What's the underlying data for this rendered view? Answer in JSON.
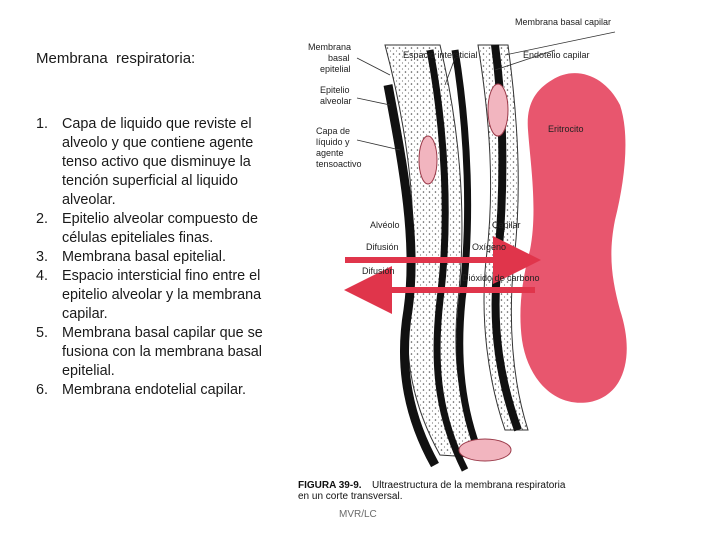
{
  "slide": {
    "title": "Membrana  respiratoria:",
    "points": [
      {
        "num": "1.",
        "text": "Capa de liquido que reviste el alveolo y que contiene agente tenso activo que disminuye la tención superficial al liquido alveolar."
      },
      {
        "num": "2.",
        "text": "Epitelio alveolar compuesto de células epiteliales finas."
      },
      {
        "num": "3.",
        "text": "Membrana basal epitelial."
      },
      {
        "num": "4.",
        "text": "Espacio intersticial fino entre el epitelio alveolar y la membrana capilar."
      },
      {
        "num": "5.",
        "text": "Membrana basal capilar que se fusiona con la membrana basal epitelial."
      },
      {
        "num": "6.",
        "text": "Membrana endotelial capilar."
      }
    ],
    "footer": "MVR/LC"
  },
  "figure": {
    "labels": {
      "membrana_basal_capilar": "Membrana basal capilar",
      "membrana_basal_epitelial": [
        "Membrana",
        "basal",
        "epitelial"
      ],
      "espacio_intersticial": "Espacio intersticial",
      "endotelio_capilar": "Endotelio capilar",
      "epitelio_alveolar": [
        "Epitelio",
        "alveolar"
      ],
      "capa_liquido": [
        "Capa de",
        "líquido y",
        "agente",
        "tensoactivo"
      ],
      "eritrocito": "Eritrocito",
      "alveolo": "Alvéolo",
      "capilar": "Capilar",
      "difusion_1": "Difusión",
      "oxigeno": "Oxígeno",
      "difusion_2": "Difusión",
      "dioxido": "Dióxido de carbono"
    },
    "caption": {
      "bold": "FIGURA 39-9.",
      "line1": "Ultraestructura de la membrana respiratoria",
      "line2": "en un corte transversal."
    },
    "colors": {
      "erythrocyte": "#e8566e",
      "arrow": "#e0354b",
      "membrane": "#111111"
    }
  }
}
